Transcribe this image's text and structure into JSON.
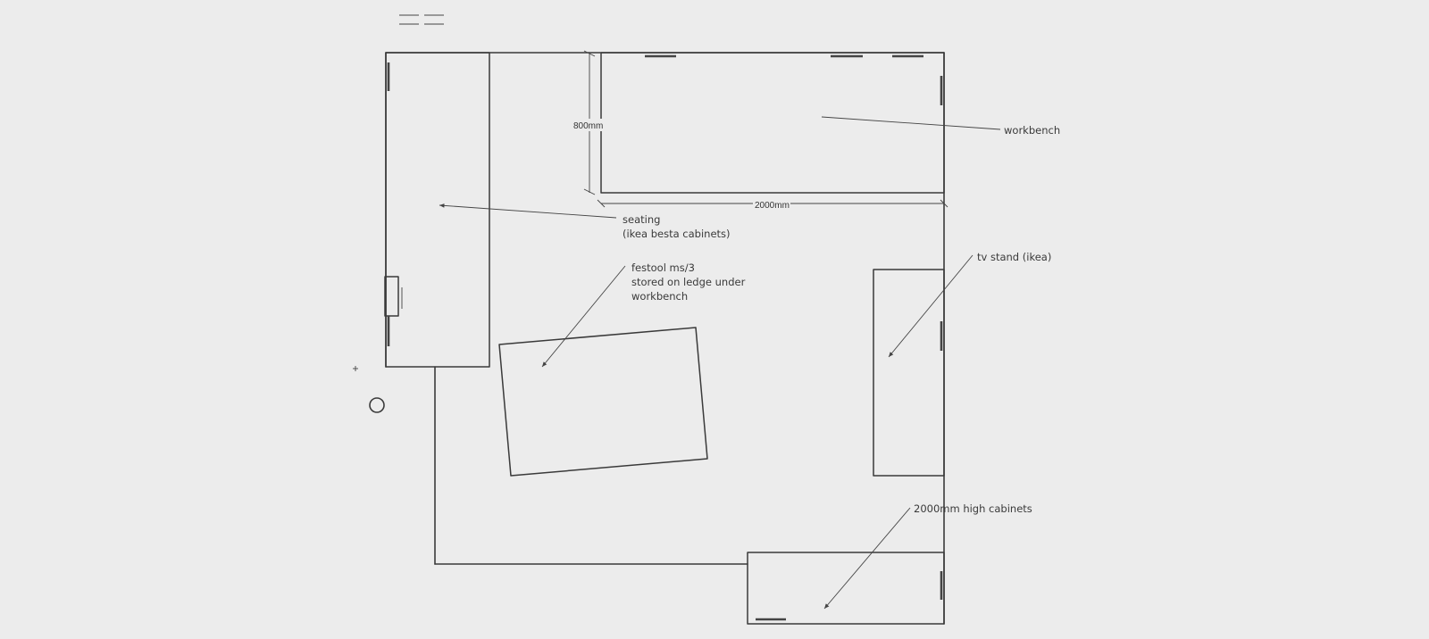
{
  "labels": {
    "workbench": "workbench",
    "seating_line1": "seating",
    "seating_line2": "(ikea besta cabinets)",
    "festool_line1": "festool ms/3",
    "festool_line2": "stored on ledge under",
    "festool_line3": "workbench",
    "tv_stand": "tv stand (ikea)",
    "cabinets": "2000mm high cabinets"
  },
  "dimensions": {
    "workbench_depth": "800mm",
    "workbench_width": "2000mm"
  },
  "colors": {
    "background": "#ececec",
    "ink": "#3a3a3a"
  }
}
